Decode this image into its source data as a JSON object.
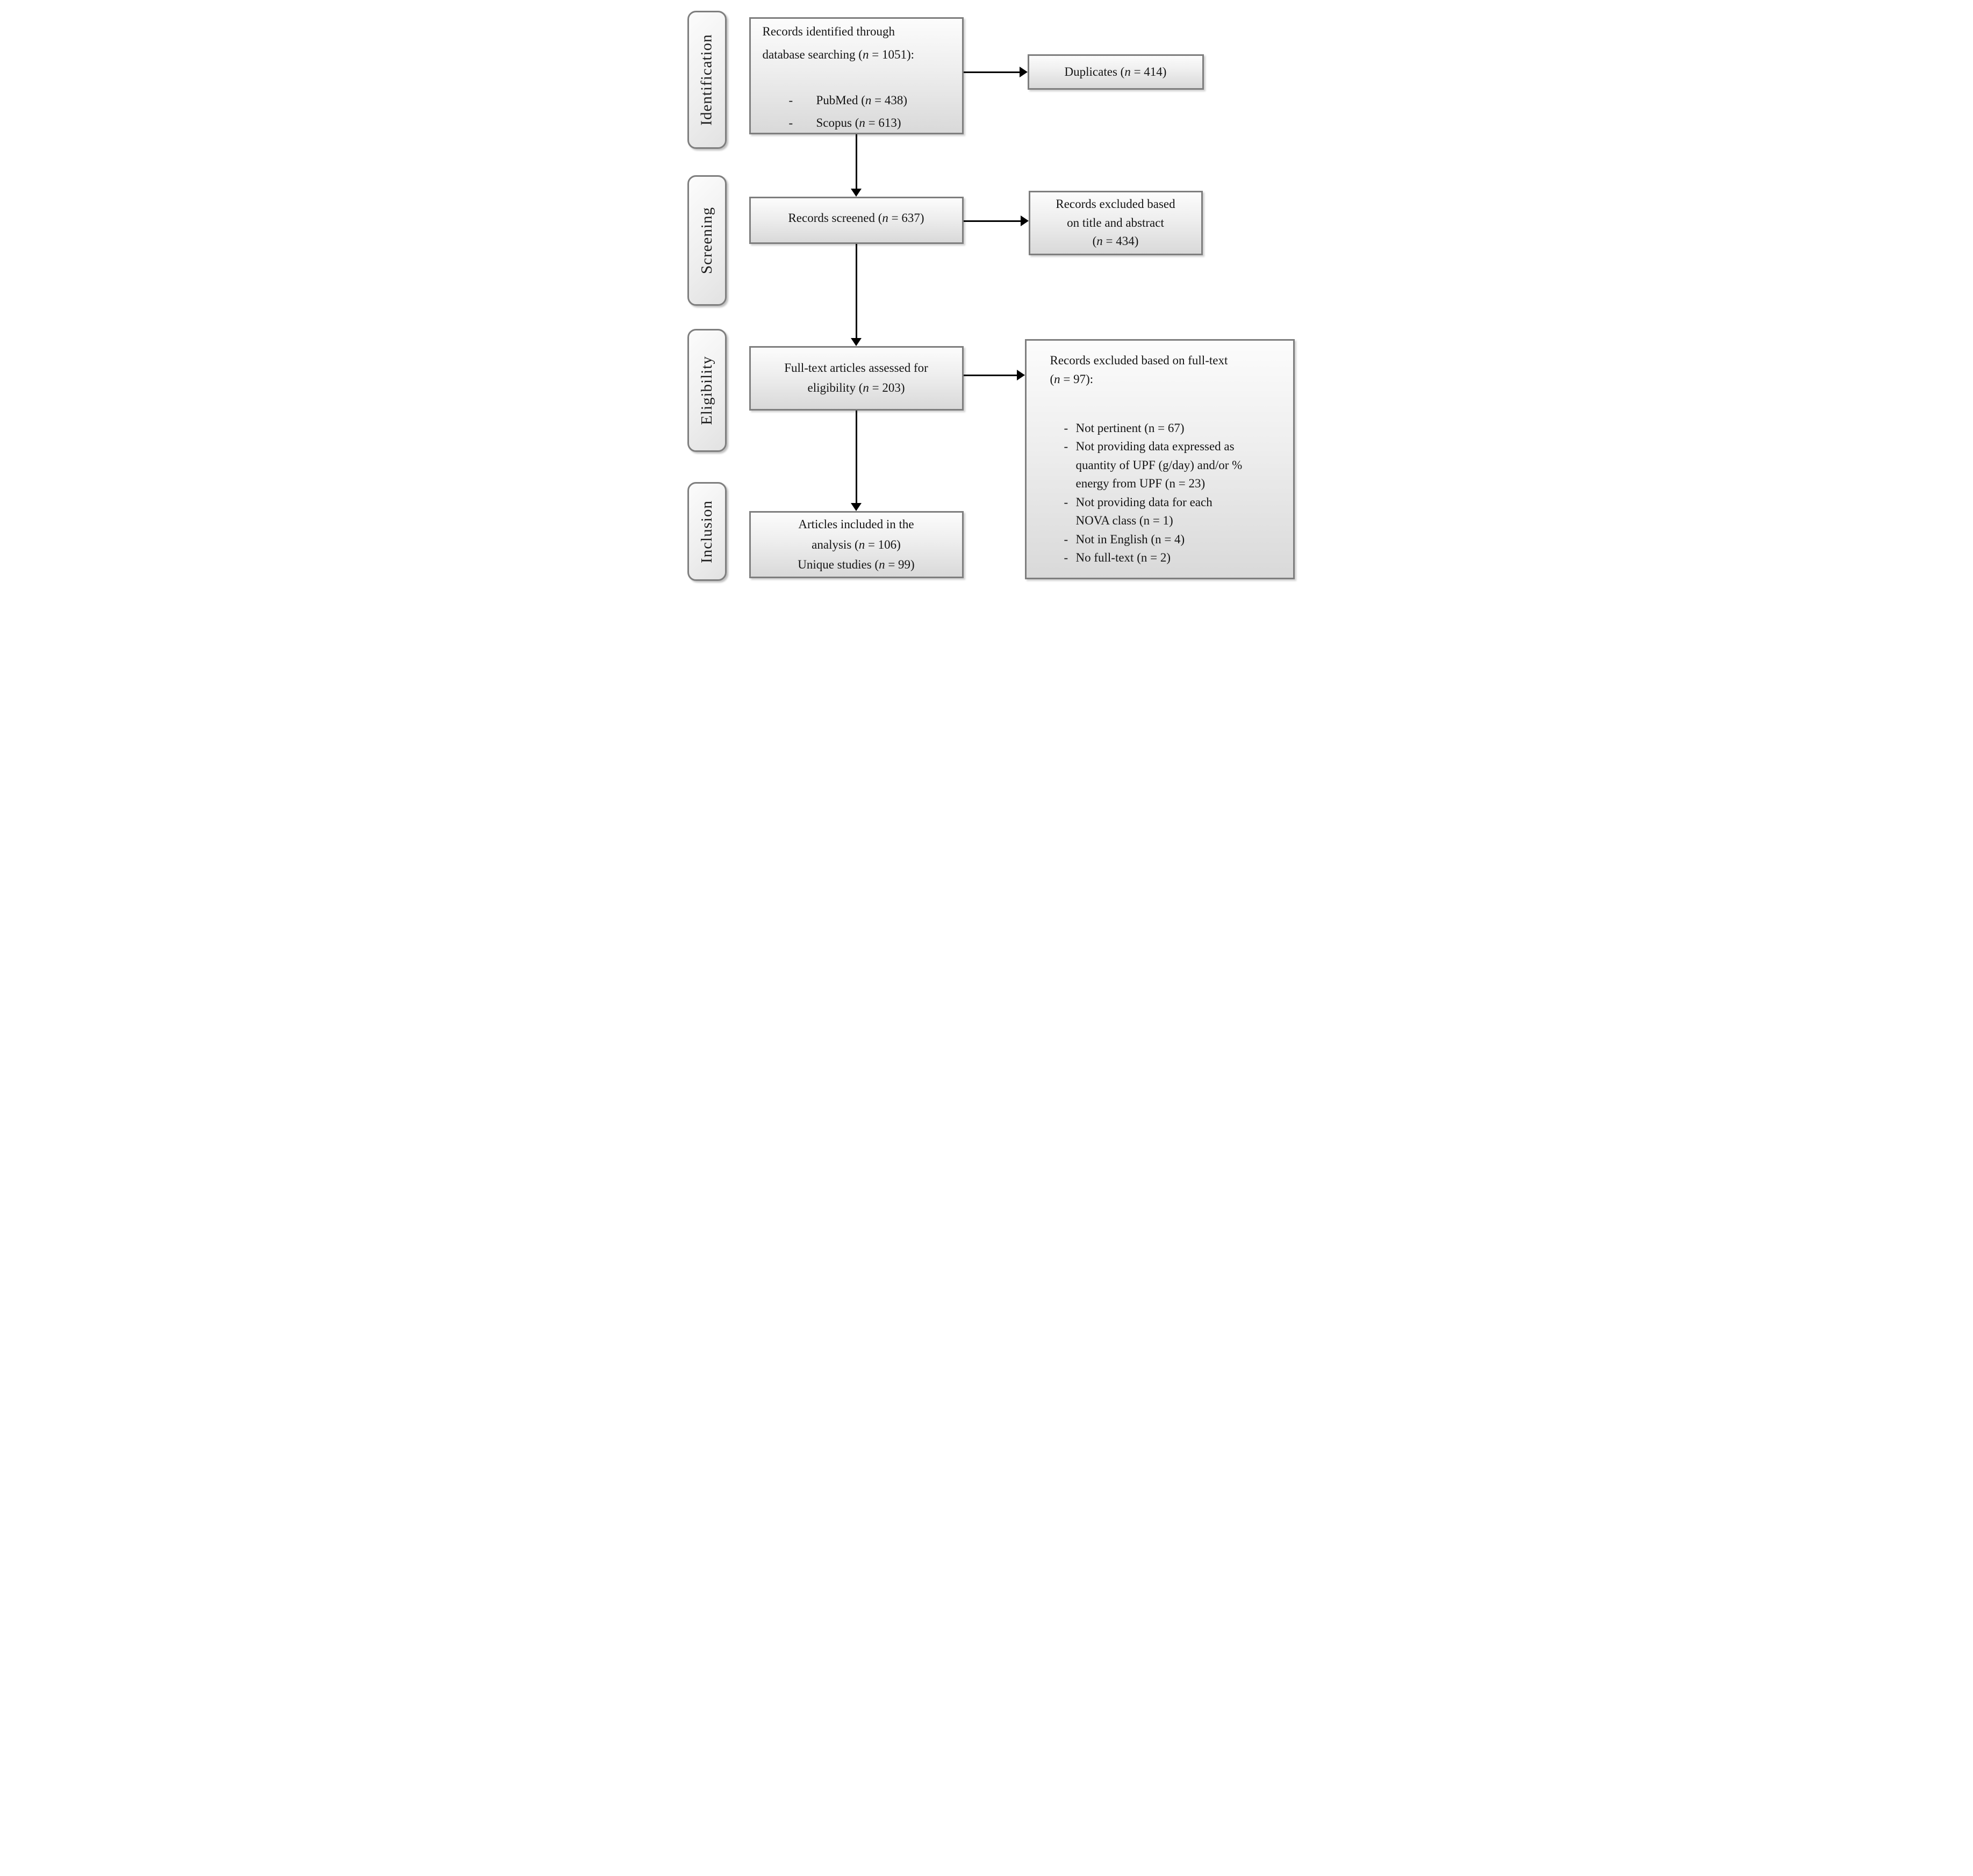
{
  "colors": {
    "box_border": "#7e7e7e",
    "box_fill_light": "#fcfcfc",
    "box_fill_dark": "#d9d9d9",
    "arrow": "#000000",
    "text": "#141414",
    "background": "#ffffff"
  },
  "sidebar": {
    "stages": [
      {
        "label": "Identification"
      },
      {
        "label": "Screening"
      },
      {
        "label": "Eligibility"
      },
      {
        "label": "Inclusion"
      }
    ]
  },
  "boxes": {
    "identified": {
      "lines": [
        {
          "segments": [
            {
              "t": "Records identified through"
            }
          ]
        },
        {
          "segments": [
            {
              "t": "database searching ("
            },
            {
              "t": "n",
              "i": true
            },
            {
              "t": " = 1051):"
            }
          ]
        },
        {
          "type": "blank"
        },
        {
          "type": "b-start",
          "marker": "-",
          "segments": [
            {
              "t": "PubMed ("
            },
            {
              "t": "n",
              "i": true
            },
            {
              "t": " = 438)"
            }
          ]
        },
        {
          "type": "b-start",
          "marker": "-",
          "segments": [
            {
              "t": "Scopus ("
            },
            {
              "t": "n",
              "i": true
            },
            {
              "t": " = 613)"
            }
          ]
        }
      ]
    },
    "duplicates": {
      "lines": [
        {
          "segments": [
            {
              "t": "Duplicates ("
            },
            {
              "t": "n",
              "i": true
            },
            {
              "t": " = 414)"
            }
          ]
        }
      ]
    },
    "screened": {
      "lines": [
        {
          "segments": [
            {
              "t": "Records screened ("
            },
            {
              "t": "n",
              "i": true
            },
            {
              "t": " = 637)"
            }
          ]
        }
      ]
    },
    "excluded_title_abstract": {
      "lines": [
        {
          "segments": [
            {
              "t": "Records excluded based"
            }
          ]
        },
        {
          "segments": [
            {
              "t": "on title and abstract"
            }
          ]
        },
        {
          "segments": [
            {
              "t": "("
            },
            {
              "t": "n",
              "i": true
            },
            {
              "t": " = 434)"
            }
          ]
        }
      ]
    },
    "fulltext_assessed": {
      "lines": [
        {
          "segments": [
            {
              "t": "Full-text articles assessed for"
            }
          ]
        },
        {
          "segments": [
            {
              "t": "eligibility ("
            },
            {
              "t": "n",
              "i": true
            },
            {
              "t": " = 203)"
            }
          ]
        }
      ]
    },
    "excluded_fulltext": {
      "lines": [
        {
          "segments": [
            {
              "t": "Records excluded based on full-text"
            }
          ]
        },
        {
          "segments": [
            {
              "t": "("
            },
            {
              "t": "n",
              "i": true
            },
            {
              "t": " = 97):"
            }
          ]
        },
        {
          "type": "blank"
        },
        {
          "type": "b-start",
          "gap": true,
          "marker": "-",
          "segments": [
            {
              "t": "Not pertinent (n = 67)"
            }
          ]
        },
        {
          "type": "b-start",
          "marker": "-",
          "segments": [
            {
              "t": "Not providing data expressed as"
            }
          ]
        },
        {
          "type": "b-cont",
          "segments": [
            {
              "t": "quantity of UPF (g/day) and/or %"
            }
          ]
        },
        {
          "type": "b-cont",
          "segments": [
            {
              "t": "energy from UPF (n = 23)"
            }
          ]
        },
        {
          "type": "b-start",
          "marker": "-",
          "segments": [
            {
              "t": "Not providing data for each"
            }
          ]
        },
        {
          "type": "b-cont",
          "segments": [
            {
              "t": "NOVA class (n = 1)"
            }
          ]
        },
        {
          "type": "b-start",
          "marker": "-",
          "segments": [
            {
              "t": "Not in English (n = 4)"
            }
          ]
        },
        {
          "type": "b-start",
          "marker": "-",
          "segments": [
            {
              "t": "No full-text (n = 2)"
            }
          ]
        }
      ]
    },
    "included": {
      "lines": [
        {
          "segments": [
            {
              "t": "Articles included in the"
            }
          ]
        },
        {
          "segments": [
            {
              "t": "analysis ("
            },
            {
              "t": "n",
              "i": true
            },
            {
              "t": " = 106)"
            }
          ]
        },
        {
          "segments": [
            {
              "t": "Unique studies ("
            },
            {
              "t": "n",
              "i": true
            },
            {
              "t": " = 99)"
            }
          ]
        }
      ]
    }
  }
}
